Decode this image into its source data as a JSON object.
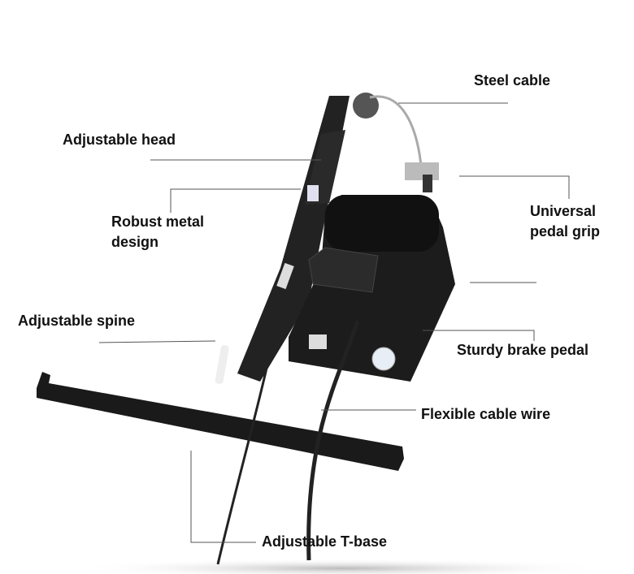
{
  "labels": {
    "steel_cable": "Steel cable",
    "adjustable_head": "Adjustable head",
    "robust_metal_1": "Robust metal",
    "robust_metal_2": "design",
    "universal_1": "Universal",
    "universal_2": "pedal grip",
    "adjustable_spine": "Adjustable spine",
    "sturdy_brake_pedal": "Sturdy brake pedal",
    "flexible_cable_wire": "Flexible cable wire",
    "adjustable_t_base": "Adjustable T-base"
  },
  "colors": {
    "product": "#1a1a1a",
    "leader": "#555555",
    "text": "#111111"
  }
}
